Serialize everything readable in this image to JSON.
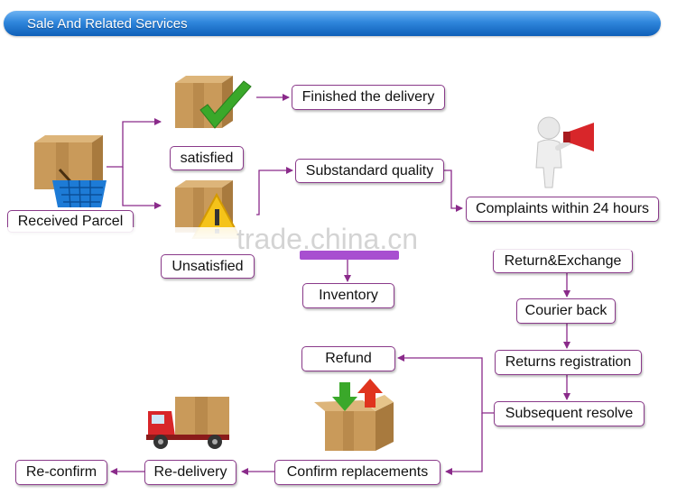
{
  "header": {
    "title": "Sale And Related Services"
  },
  "nodes": {
    "received_parcel": "Received Parcel",
    "satisfied": "satisfied",
    "unsatisfied": "Unsatisfied",
    "finished_delivery": "Finished the delivery",
    "substandard_quality": "Substandard quality",
    "inventory": "Inventory",
    "complaints": "Complaints within 24 hours",
    "return_exchange": "Return&Exchange",
    "courier_back": "Courier back",
    "returns_registration": "Returns registration",
    "subsequent_resolve": "Subsequent resolve",
    "refund": "Refund",
    "confirm_replacements": "Confirm  replacements",
    "re_delivery": "Re-delivery",
    "re_confirm": "Re-confirm"
  },
  "watermark": "trade.china.cn",
  "colors": {
    "connector": "#8a2a8a",
    "header": "#2f86dc"
  },
  "icons": [
    "box-basket-icon",
    "box-checkmark-icon",
    "box-warning-icon",
    "person-megaphone-icon",
    "box-arrows-icon",
    "delivery-truck-icon"
  ]
}
